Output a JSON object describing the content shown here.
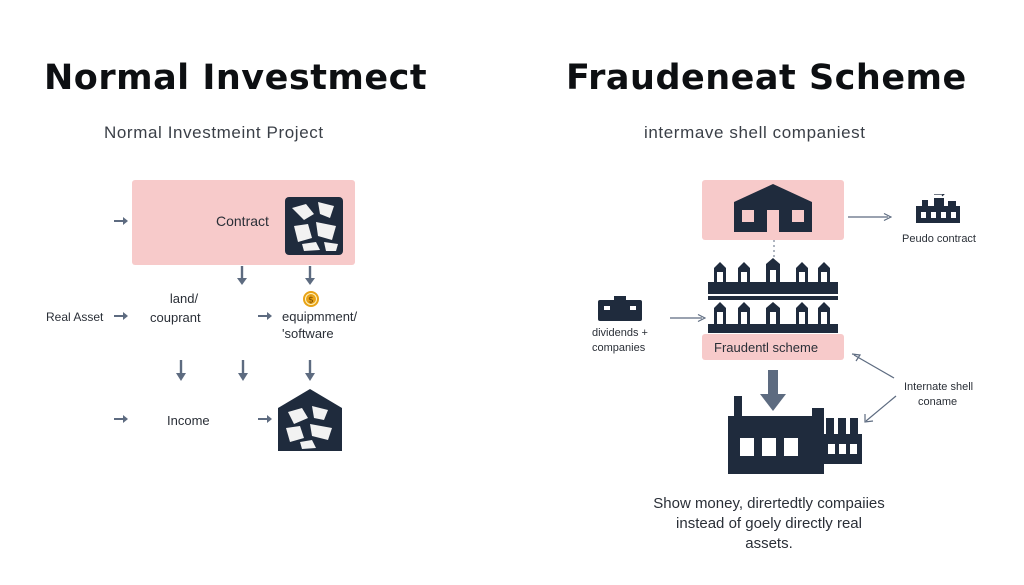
{
  "left": {
    "title": "Normal Investmect",
    "subtitle": "Normal Investmeint  Project",
    "contract": "Contract",
    "real_asset": "Real Asset",
    "land_line1": "land/",
    "land_line2": "couprant",
    "equip_line1": "equipmment/",
    "equip_line2": "'software",
    "income": "Income"
  },
  "right": {
    "title": "Fraudeneat Scheme",
    "subtitle": "intermave shell companiest",
    "pseudo_contract": "Peudo contract",
    "dividends_line1": "dividends +",
    "dividends_line2": "companies",
    "fraud_label": "Fraudentl scheme",
    "internate_line1": "Internate shell",
    "internate_line2": "coname",
    "caption_line1": "Show money, dirertedtly compaiies",
    "caption_line2": "instead of goely directly real",
    "caption_line3": "assets."
  },
  "colors": {
    "pink": "#f7caca",
    "navy": "#1f2b3d",
    "arrow": "#5d6b80",
    "coin": "#e8a317"
  },
  "icons": [
    "marble-texture-icon",
    "coin-icon",
    "house-marble-icon",
    "building-icon",
    "factory-icon",
    "colonnade-icon",
    "briefcase-icon"
  ]
}
